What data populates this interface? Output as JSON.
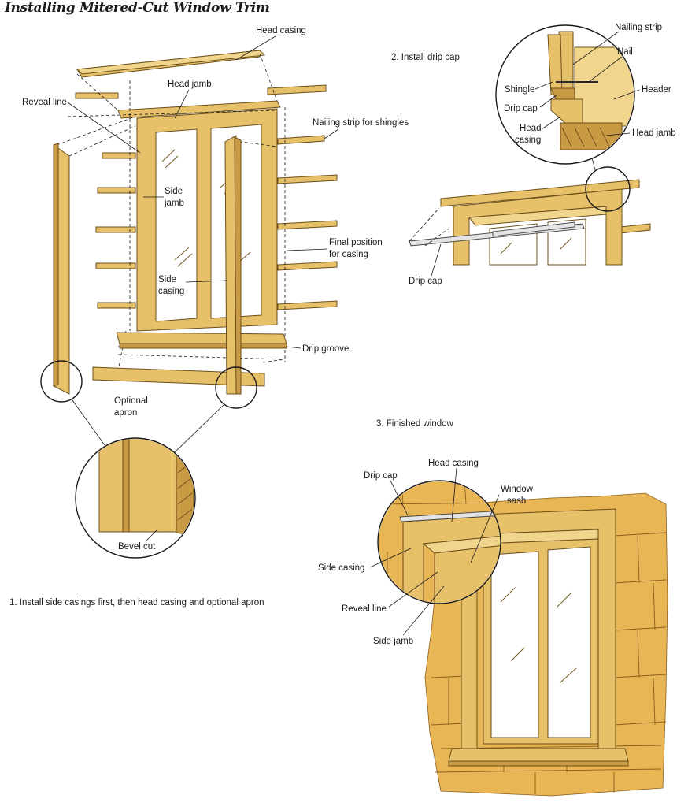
{
  "title": "Installing Mitered-Cut Window Trim",
  "step1": {
    "caption": "1. Install side casings first, then head casing and optional apron",
    "labels": {
      "head_casing": "Head casing",
      "head_jamb": "Head jamb",
      "reveal_line": "Reveal line",
      "nailing_strip": "Nailing strip for shingles",
      "side_jamb_1": "Side",
      "side_jamb_2": "jamb",
      "final_position_1": "Final position",
      "final_position_2": "for casing",
      "side_casing_1": "Side",
      "side_casing_2": "casing",
      "drip_groove": "Drip groove",
      "optional_apron_1": "Optional",
      "optional_apron_2": "apron",
      "bevel_cut": "Bevel cut"
    }
  },
  "step2": {
    "caption": "2. Install drip cap",
    "labels": {
      "nailing_strip": "Nailing strip",
      "nail": "Nail",
      "shingle": "Shingle",
      "header": "Header",
      "drip_cap_detail": "Drip cap",
      "head_casing_1": "Head",
      "head_casing_2": "casing",
      "head_jamb": "Head jamb",
      "drip_cap": "Drip cap"
    }
  },
  "step3": {
    "caption": "3. Finished window",
    "labels": {
      "head_casing": "Head casing",
      "drip_cap": "Drip cap",
      "window_sash_1": "Window",
      "window_sash_2": "sash",
      "side_casing": "Side casing",
      "reveal_line": "Reveal line",
      "side_jamb": "Side jamb"
    }
  },
  "colors": {
    "wood": "#e7c06a",
    "wood_dark": "#c99a44",
    "wall": "#e8b654",
    "outline": "#6b4e1a",
    "text": "#1a1a1a"
  }
}
